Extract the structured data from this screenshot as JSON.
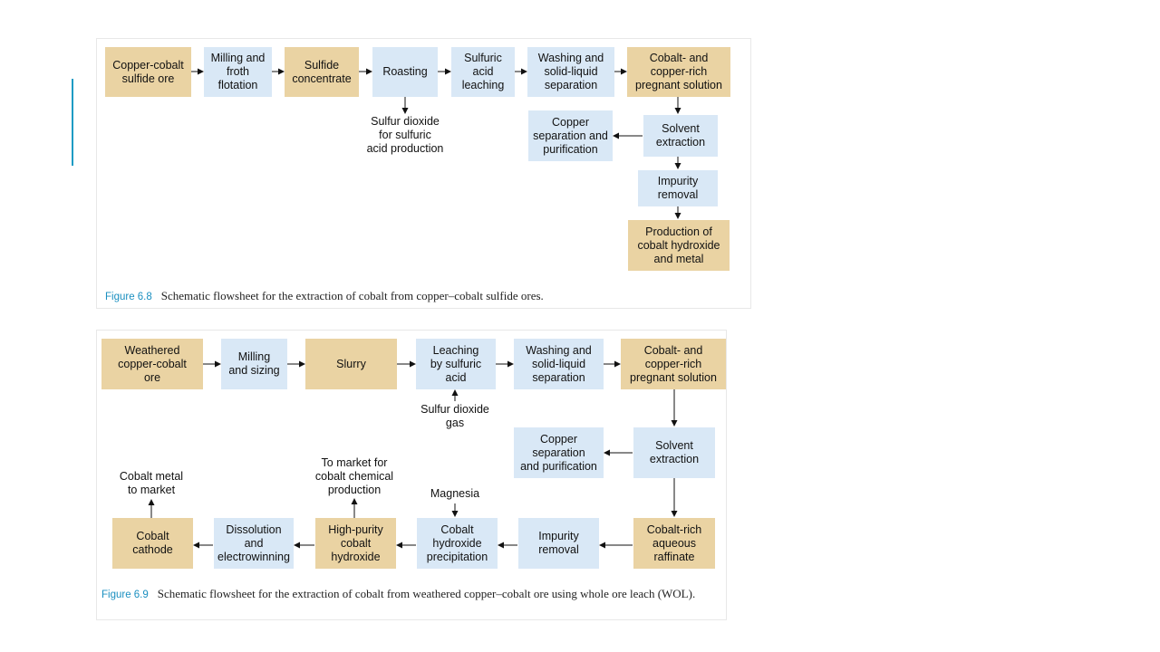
{
  "figure1": {
    "boxes": {
      "ore": "Copper-cobalt\nsulfide ore",
      "milling": "Milling and\nfroth\nflotation",
      "concentrate": "Sulfide\nconcentrate",
      "roasting": "Roasting",
      "leaching": "Sulfuric\nacid\nleaching",
      "washing": "Washing and\nsolid-liquid\nseparation",
      "pregnant": "Cobalt- and\ncopper-rich\npregnant solution",
      "solvent": "Solvent\nextraction",
      "copper": "Copper\nseparation and\npurification",
      "impurity": "Impurity\nremoval",
      "production": "Production of\ncobalt hydroxide\nand metal"
    },
    "notes": {
      "so2": "Sulfur dioxide\nfor sulfuric\nacid production"
    },
    "caption_label": "Figure 6.8",
    "caption_text": "Schematic flowsheet for the extraction of cobalt from copper–cobalt sulfide ores."
  },
  "figure2": {
    "boxes": {
      "ore": "Weathered\ncopper-cobalt\nore",
      "milling": "Milling\nand sizing",
      "slurry": "Slurry",
      "leaching": "Leaching\nby sulfuric\nacid",
      "washing": "Washing and\nsolid-liquid\nseparation",
      "pregnant": "Cobalt- and\ncopper-rich\npregnant solution",
      "solvent": "Solvent\nextraction",
      "copper": "Copper\nseparation\nand purification",
      "raffinate": "Cobalt-rich\naqueous\nraffinate",
      "impurity": "Impurity\nremoval",
      "precipitation": "Cobalt\nhydroxide\nprecipitation",
      "hydroxide": "High-purity\ncobalt\nhydroxide",
      "electrowinning": "Dissolution\nand\nelectrowinning",
      "cathode": "Cobalt\ncathode"
    },
    "notes": {
      "so2": "Sulfur dioxide\ngas",
      "magnesia": "Magnesia",
      "market_chem": "To market for\ncobalt chemical\nproduction",
      "market_metal": "Cobalt metal\nto market"
    },
    "caption_label": "Figure 6.9",
    "caption_text": "Schematic flowsheet for the extraction of cobalt from weathered copper–cobalt ore using whole ore leach (WOL)."
  }
}
